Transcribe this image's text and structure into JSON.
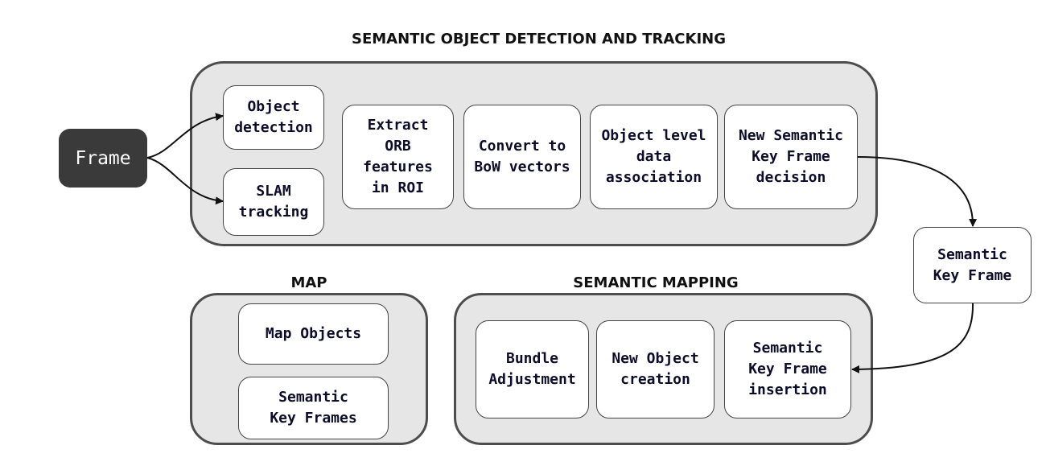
{
  "titles": {
    "detection": "SEMANTIC OBJECT DETECTION AND TRACKING",
    "map": "MAP",
    "mapping": "SEMANTIC MAPPING"
  },
  "frame": "Frame",
  "detection_boxes": {
    "object_detection": "Object\ndetection",
    "slam_tracking": "SLAM\ntracking",
    "extract_orb": "Extract\nORB\nfeatures\nin ROI",
    "convert_bow": "Convert to\nBoW vectors",
    "object_assoc": "Object level\ndata\nassociation",
    "new_kf_decision": "New Semantic\nKey Frame\ndecision"
  },
  "semantic_key_frame": "Semantic\nKey Frame",
  "map_boxes": {
    "map_objects": "Map Objects",
    "semantic_key_frames": "Semantic\nKey Frames"
  },
  "mapping_boxes": {
    "bundle_adjustment": "Bundle\nAdjustment",
    "new_object_creation": "New Object\ncreation",
    "kf_insertion": "Semantic\nKey Frame\ninsertion"
  }
}
